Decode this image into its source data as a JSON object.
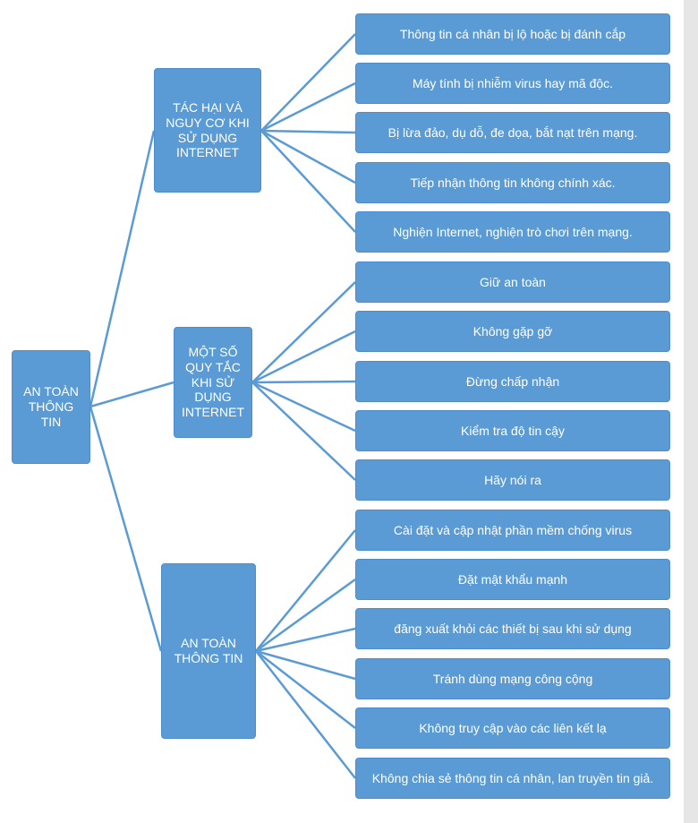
{
  "diagram": {
    "root": {
      "label": "AN TOÀN THÔNG TIN"
    },
    "branches": [
      {
        "label": "TÁC HẠI VÀ NGUY CƠ KHI SỬ DỤNG INTERNET",
        "leaves": [
          "Thông tin cá nhân bị lộ hoặc bị đánh cắp",
          "Máy tính bị nhiễm virus hay mã độc.",
          "Bị lừa đảo, dụ dỗ, đe dọa, bắt nạt trên mạng.",
          "Tiếp nhận thông tin không chính xác.",
          "Nghiện Internet, nghiện trò chơi trên mạng."
        ]
      },
      {
        "label": "MỘT SỐ QUY TẮC KHI SỬ DỤNG INTERNET",
        "leaves": [
          "Giữ an toàn",
          "Không gặp gỡ",
          "Đừng chấp nhận",
          "Kiểm tra độ tin cậy",
          "Hãy nói ra"
        ]
      },
      {
        "label": "AN TOÀN THÔNG TIN",
        "leaves": [
          "Cài đặt và cập nhật phần mềm chống virus",
          "Đặt mật khẩu mạnh",
          "đăng xuất khỏi các thiết bị sau khi sử dụng",
          "Tránh dùng mạng công cộng",
          "Không truy cập vào các liên kết lạ",
          "Không chia sẻ thông tin cá nhân, lan truyền tin giả."
        ]
      }
    ],
    "colors": {
      "box_fill": "#5b9bd5",
      "box_text": "#ffffff",
      "connector": "#5b9bd5"
    }
  }
}
